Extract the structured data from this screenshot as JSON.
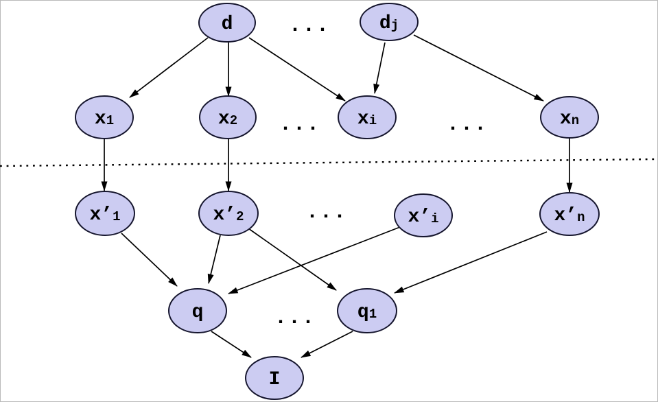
{
  "colors": {
    "background": "#ffffff",
    "node_fill": "#ccccf2",
    "node_stroke": "#16162e",
    "edge": "#000000"
  },
  "ellipsis": "...",
  "nodes": {
    "d": {
      "main": "d",
      "sub": ""
    },
    "dj": {
      "main": "d",
      "sub": "j"
    },
    "x1": {
      "main": "x",
      "sub": "1"
    },
    "x2": {
      "main": "x",
      "sub": "2"
    },
    "xi": {
      "main": "x",
      "sub": "i"
    },
    "xn": {
      "main": "x",
      "sub": "n"
    },
    "xp1": {
      "main": "x’",
      "sub": "1"
    },
    "xp2": {
      "main": "x’",
      "sub": "2"
    },
    "xpi": {
      "main": "x’",
      "sub": "i"
    },
    "xpn": {
      "main": "x’",
      "sub": "n"
    },
    "q": {
      "main": "q",
      "sub": ""
    },
    "q1": {
      "main": "q",
      "sub": "1"
    },
    "I": {
      "main": "I",
      "sub": ""
    }
  },
  "edges": [
    {
      "from": "d",
      "to": "x1"
    },
    {
      "from": "d",
      "to": "x2"
    },
    {
      "from": "d",
      "to": "xi"
    },
    {
      "from": "dj",
      "to": "xi"
    },
    {
      "from": "dj",
      "to": "xn"
    },
    {
      "from": "x1",
      "to": "xp1"
    },
    {
      "from": "x2",
      "to": "xp2"
    },
    {
      "from": "xn",
      "to": "xpn"
    },
    {
      "from": "xp1",
      "to": "q"
    },
    {
      "from": "xp2",
      "to": "q"
    },
    {
      "from": "xp2",
      "to": "q1"
    },
    {
      "from": "xpi",
      "to": "q"
    },
    {
      "from": "xpn",
      "to": "q1"
    },
    {
      "from": "q",
      "to": "I"
    },
    {
      "from": "q1",
      "to": "I"
    }
  ]
}
